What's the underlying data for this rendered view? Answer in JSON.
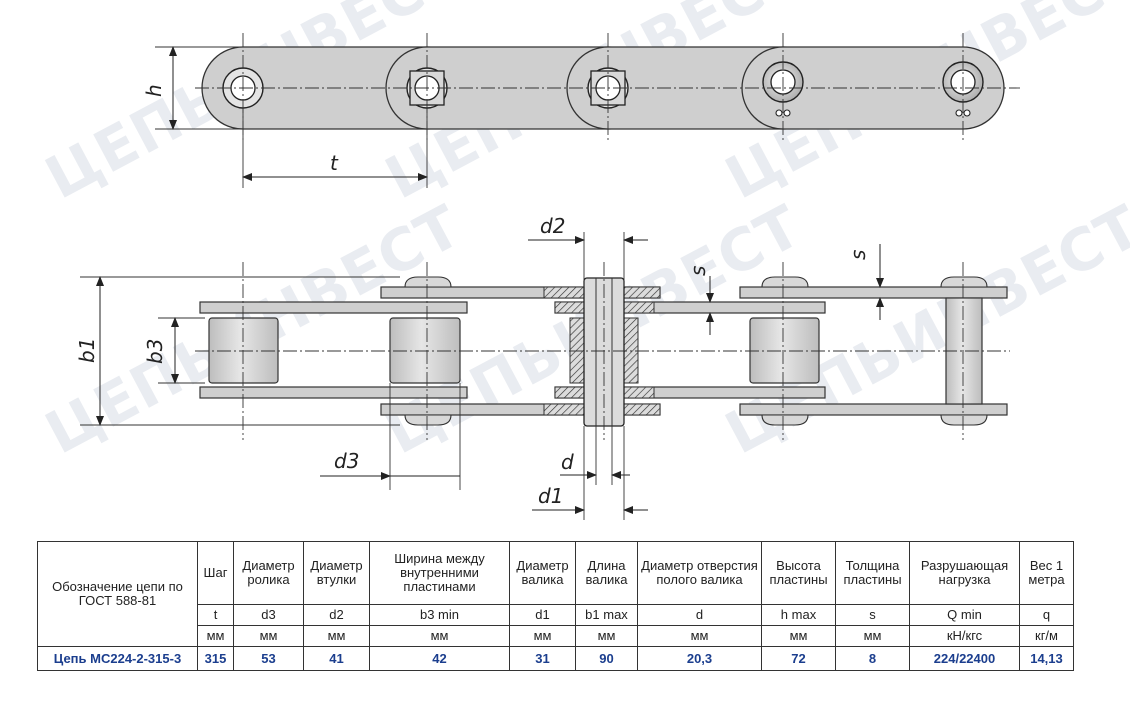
{
  "watermark": {
    "text": "ЦЕПЬИНВЕСТ"
  },
  "drawing_labels": {
    "h": "h",
    "t": "t",
    "d2": "d2",
    "s": "s",
    "b1": "b1",
    "b3": "b3",
    "d3": "d3",
    "d": "d",
    "d1": "d1"
  },
  "table": {
    "headers": {
      "designation": "Обозначение цепи по ГОСТ 588-81",
      "pitch": "Шаг",
      "roller_d": "Диаметр ролика",
      "bushing_d": "Диаметр втулки",
      "inner_width": "Ширина между внутренними пластинами",
      "pin_d": "Диаметр валика",
      "pin_len": "Длина валика",
      "hole_d": "Диаметр отверстия полого валика",
      "plate_h": "Высота пластины",
      "plate_s": "Толщина пластины",
      "load": "Разрушающая нагрузка",
      "weight": "Вес 1 метра"
    },
    "symbols": [
      "t",
      "d3",
      "d2",
      "b3 min",
      "d1",
      "b1 max",
      "d",
      "h max",
      "s",
      "Q min",
      "q"
    ],
    "units": [
      "мм",
      "мм",
      "мм",
      "мм",
      "мм",
      "мм",
      "мм",
      "мм",
      "мм",
      "кН/кгс",
      "кг/м"
    ],
    "row": {
      "name": "Цепь МС224-2-315-3",
      "values": [
        "315",
        "53",
        "41",
        "42",
        "31",
        "90",
        "20,3",
        "72",
        "8",
        "224/22400",
        "14,13"
      ]
    }
  }
}
